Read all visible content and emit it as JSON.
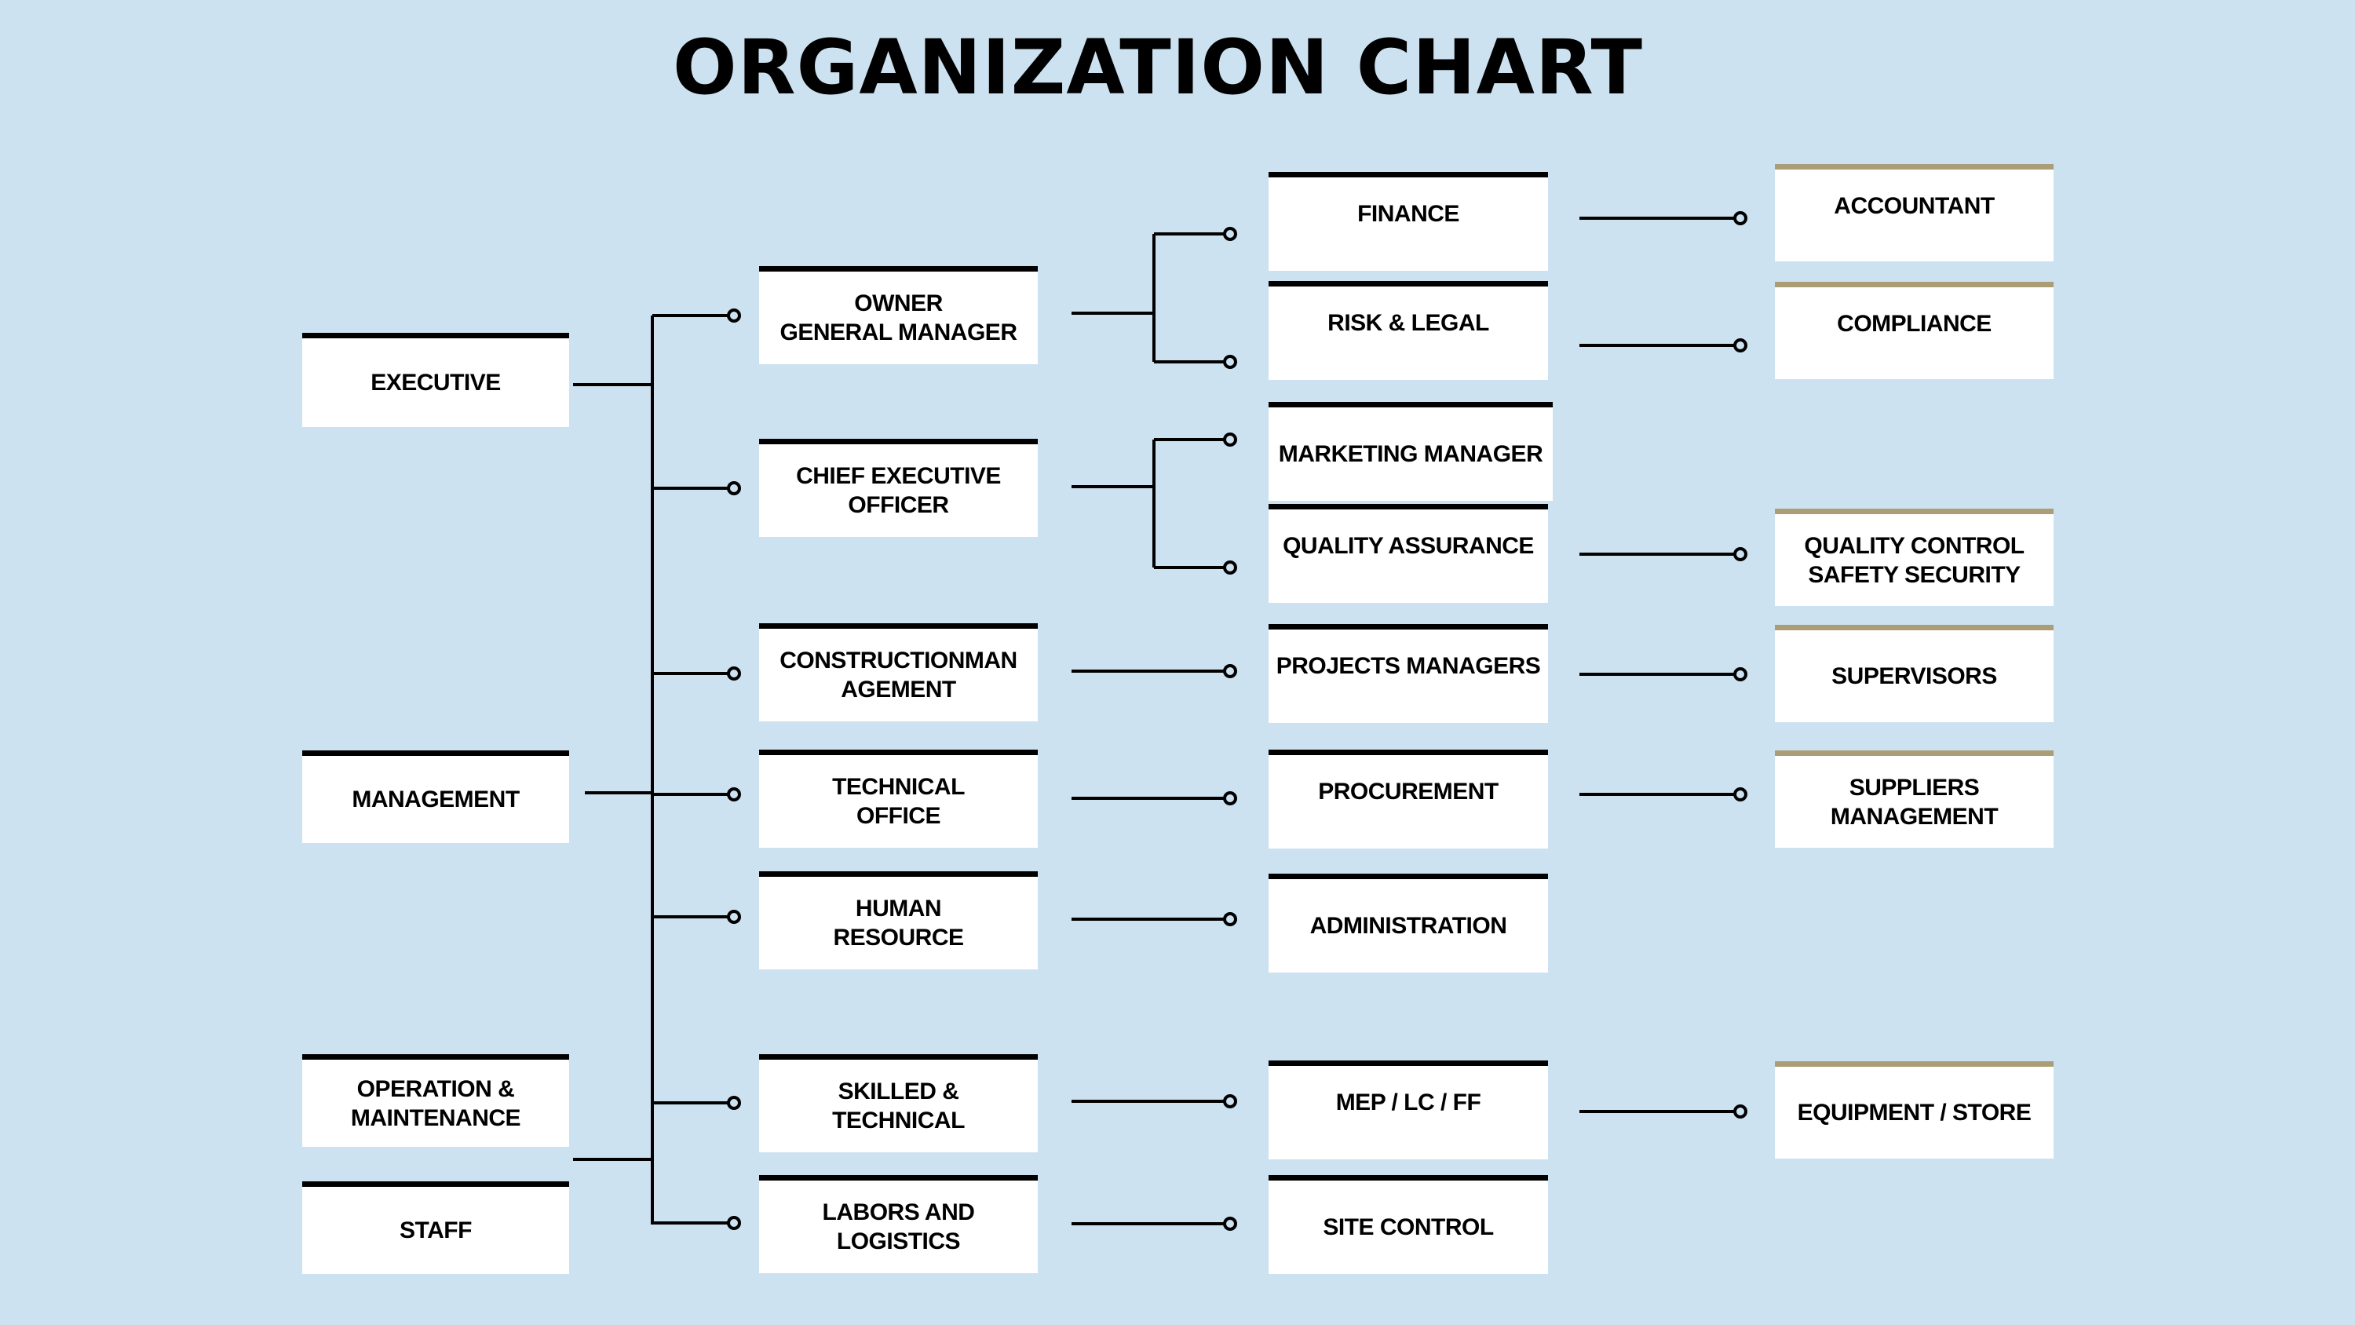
{
  "title": "ORGANIZATION CHART",
  "colors": {
    "background": "#cde2f0",
    "box_fill": "#ffffff",
    "box_border_black": "#000000",
    "box_border_gold": "#ab9d75",
    "connector": "#000000"
  },
  "level_1": {
    "executive": "EXECUTIVE",
    "management": "MANAGEMENT",
    "operation_maintenance": "OPERATION &\nMAINTENANCE",
    "staff": "STAFF"
  },
  "level_2": {
    "owner_gm": "OWNER\nGENERAL MANAGER",
    "ceo": "CHIEF EXECUTIVE\nOFFICER",
    "construction_management": "CONSTRUCTIONMAN\nAGEMENT",
    "technical_office": "TECHNICAL\nOFFICE",
    "human_resource": "HUMAN\nRESOURCE",
    "skilled_technical": "SKILLED &\nTECHNICAL",
    "labors_logistics": "LABORS AND\nLOGISTICS"
  },
  "level_3": {
    "finance": "FINANCE",
    "risk_legal": "RISK & LEGAL",
    "marketing_manager": "MARKETING MANAGER",
    "quality_assurance": "QUALITY ASSURANCE",
    "projects_managers": "PROJECTS MANAGERS",
    "procurement": "PROCUREMENT",
    "administration": "ADMINISTRATION",
    "mep_lc_ff": "MEP / LC / FF",
    "site_control": "SITE CONTROL"
  },
  "level_4": {
    "accountant": "ACCOUNTANT",
    "compliance": "COMPLIANCE",
    "qc_safety": "QUALITY CONTROL\nSAFETY SECURITY",
    "supervisors": "SUPERVISORS",
    "suppliers_management": "SUPPLIERS\nMANAGEMENT",
    "equipment_store": "EQUIPMENT / STORE"
  }
}
